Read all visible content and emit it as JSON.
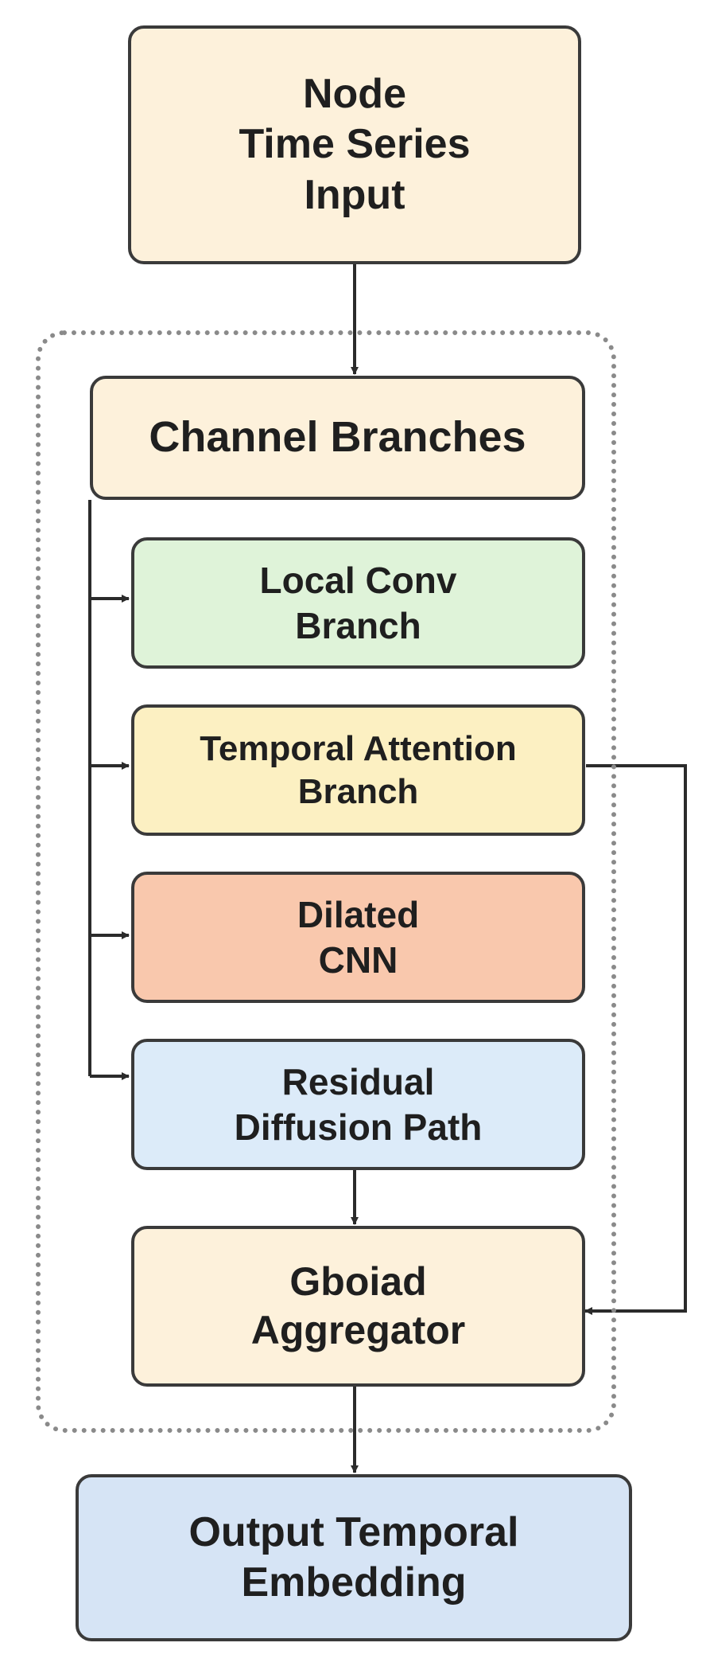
{
  "nodes": {
    "input": {
      "label": "Node\nTime Series\nInput",
      "fill": "#fdf1db"
    },
    "channel_branches": {
      "label": "Channel Branches",
      "fill": "#fdf1db"
    },
    "local_conv": {
      "label": "Local Conv\nBranch",
      "fill": "#dff3d9"
    },
    "temporal_attention": {
      "label": "Temporal Attention\nBranch",
      "fill": "#fcf0c2"
    },
    "dilated_cnn": {
      "label": "Dilated\nCNN",
      "fill": "#f9c8ad"
    },
    "residual_diffusion": {
      "label": "Residual\nDiffusion Path",
      "fill": "#dcebf9"
    },
    "aggregator": {
      "label": "Gboiad\nAggregator",
      "fill": "#fdf1db"
    },
    "output": {
      "label": "Output Temporal\nEmbedding",
      "fill": "#d6e4f5"
    }
  },
  "colors": {
    "line": "#2b2b2b",
    "frame": "#8a8a8a"
  }
}
